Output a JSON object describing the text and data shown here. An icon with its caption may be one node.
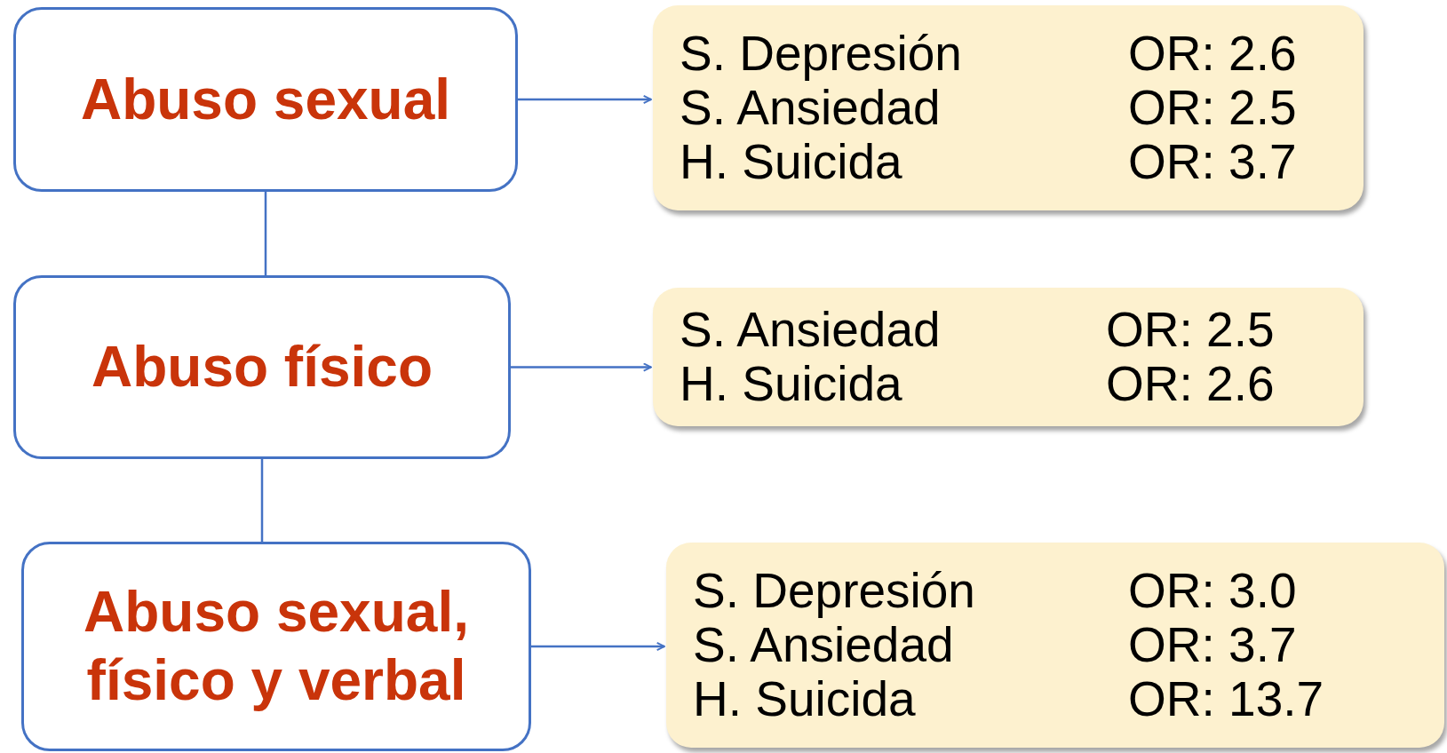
{
  "diagram": {
    "nodes": [
      {
        "text": [
          "Abuso sexual"
        ]
      },
      {
        "text": [
          "Abuso físico"
        ]
      },
      {
        "text": [
          "Abuso sexual, físico y verbal"
        ]
      },
      {
        "text": [
          "S. Depresión",
          "OR: 2.6",
          "S. Ansiedad",
          "OR: 2.5",
          "H. Suicida",
          "OR: 3.7"
        ]
      },
      {
        "text": [
          "S. Ansiedad",
          "OR: 2.5",
          "H. Suicida",
          "OR: 2.6"
        ]
      },
      {
        "text": [
          "S. Depresión",
          "OR: 3.0",
          "S. Ansiedad",
          "OR: 3.7",
          "H. Suicida",
          "OR: 13.7"
        ]
      }
    ],
    "edges": [
      {
        "from": 0,
        "to": 3,
        "arrow": "to"
      },
      {
        "from": 1,
        "to": 4,
        "arrow": "to"
      },
      {
        "from": 2,
        "to": 5,
        "arrow": "to"
      },
      {
        "from": 0,
        "to": 1,
        "arrow": "none"
      },
      {
        "from": 1,
        "to": 2,
        "arrow": "none"
      }
    ]
  }
}
